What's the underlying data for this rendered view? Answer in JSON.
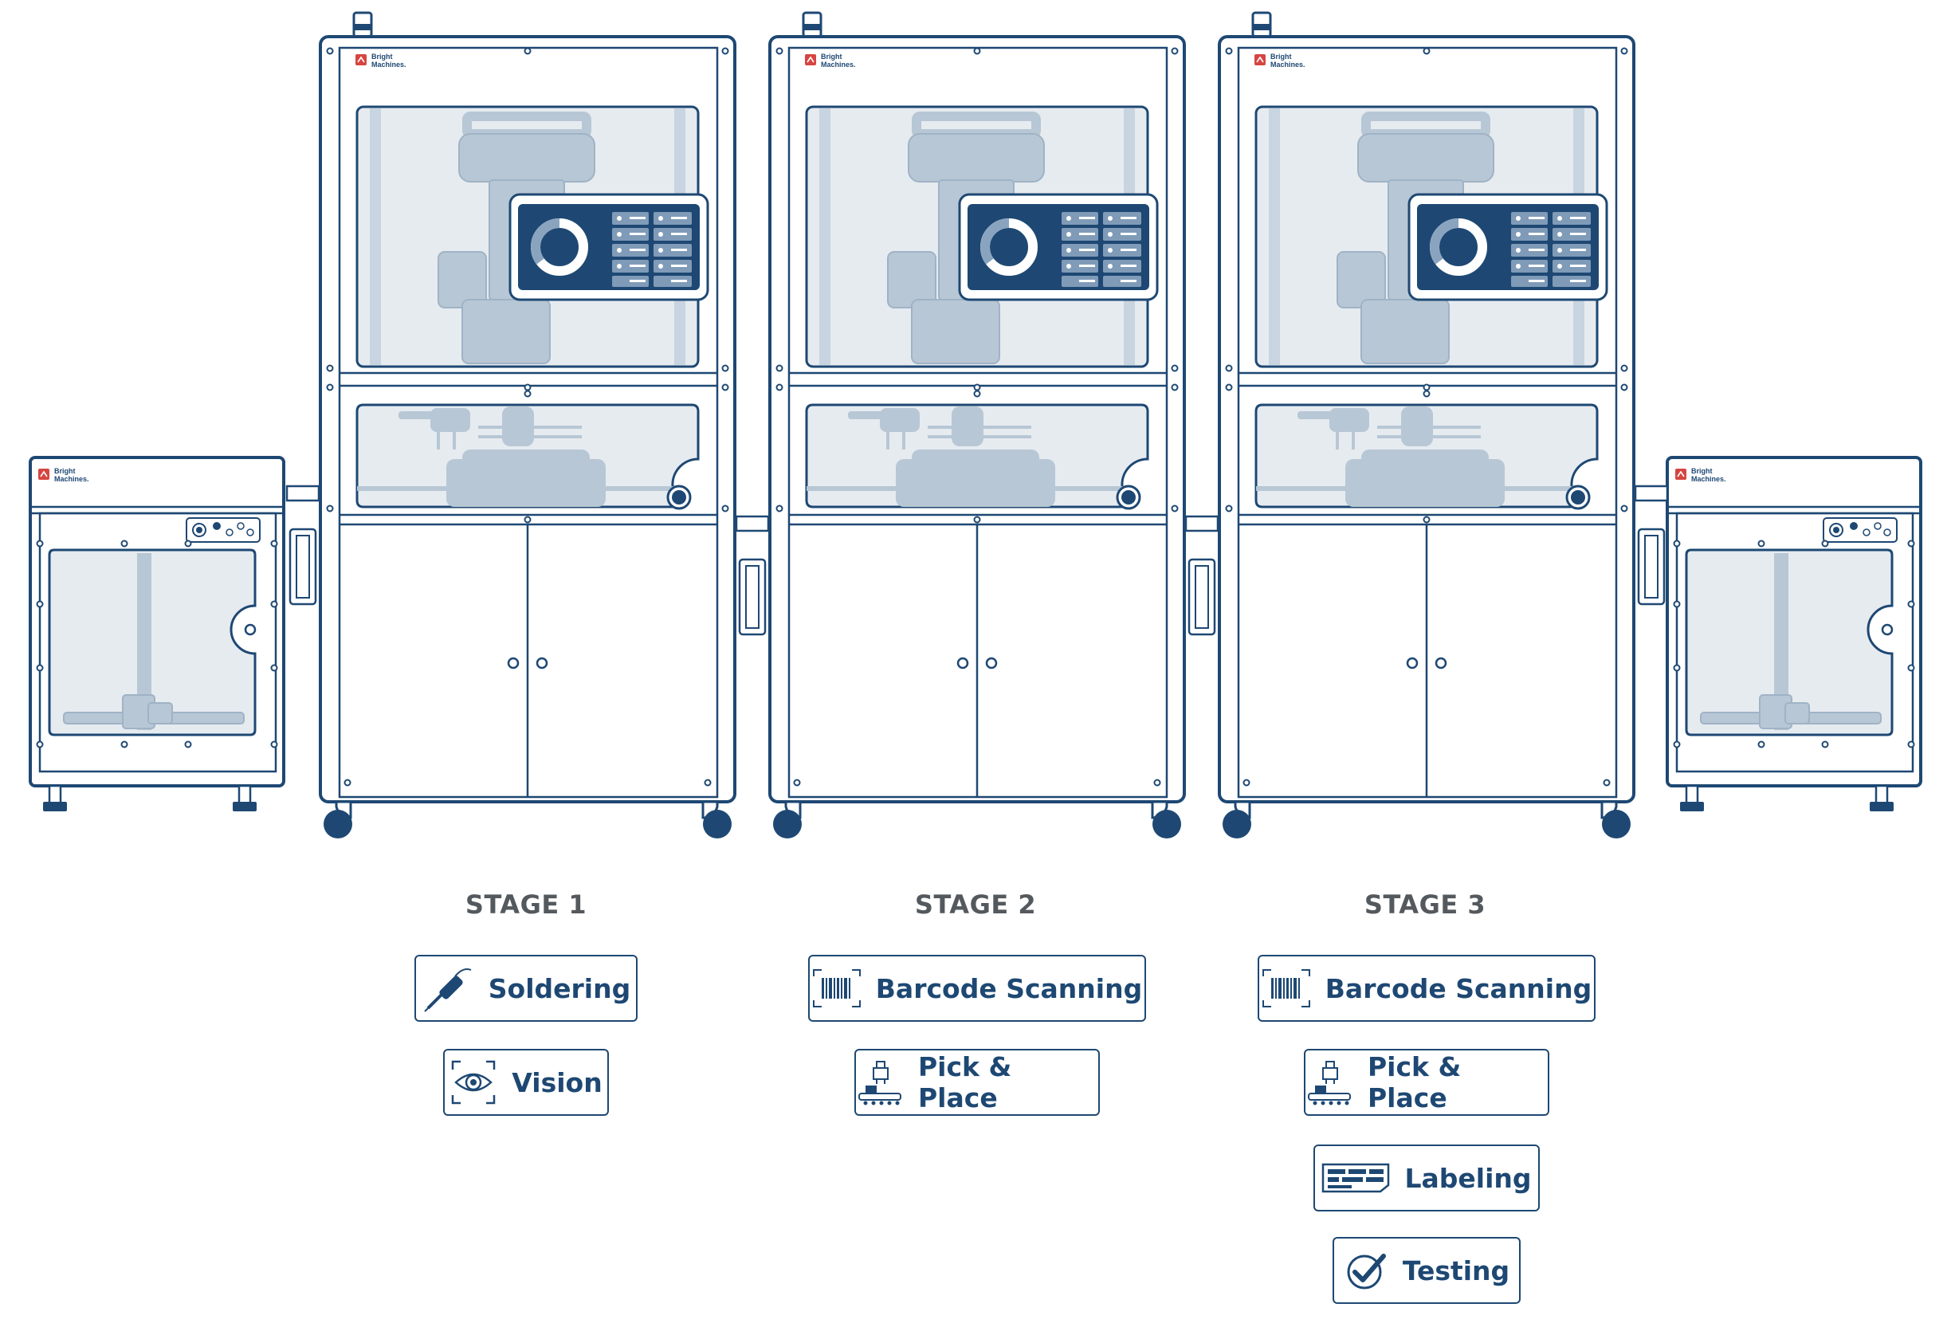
{
  "brand": {
    "line1": "Bright",
    "line2": "Machines."
  },
  "colors": {
    "navy": "#1e4873",
    "glass": "#e6ebf0",
    "ghost": "#b8c7d5",
    "text": "#54595e"
  },
  "stages": [
    {
      "title": "STAGE 1",
      "capabilities": [
        {
          "label": "Soldering",
          "icon": "soldering-iron-icon"
        },
        {
          "label": "Vision",
          "icon": "vision-eye-icon"
        }
      ]
    },
    {
      "title": "STAGE 2",
      "capabilities": [
        {
          "label": "Barcode Scanning",
          "icon": "barcode-icon"
        },
        {
          "label": "Pick & Place",
          "icon": "pick-and-place-icon"
        }
      ]
    },
    {
      "title": "STAGE 3",
      "capabilities": [
        {
          "label": "Barcode Scanning",
          "icon": "barcode-icon"
        },
        {
          "label": "Pick & Place",
          "icon": "pick-and-place-icon"
        },
        {
          "label": "Labeling",
          "icon": "label-icon"
        },
        {
          "label": "Testing",
          "icon": "checkmark-icon"
        }
      ]
    }
  ]
}
